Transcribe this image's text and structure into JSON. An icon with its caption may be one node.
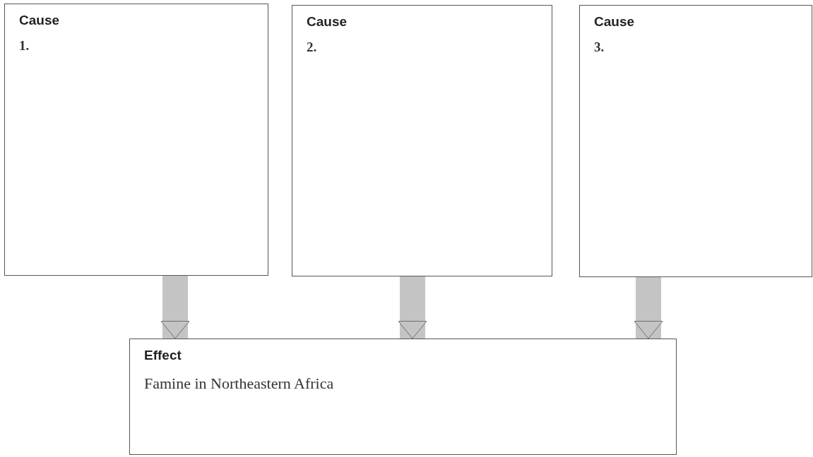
{
  "diagram": {
    "nodes": [
      {
        "text": [
          "Cause",
          "1."
        ]
      },
      {
        "text": [
          "Cause",
          "2."
        ]
      },
      {
        "text": [
          "Cause",
          "3."
        ]
      },
      {
        "text": [
          "Effect",
          "Famine in Northeastern Africa"
        ]
      }
    ],
    "edges": [
      {
        "from": 0,
        "to": 3,
        "arrow": "to"
      },
      {
        "from": 1,
        "to": 3,
        "arrow": "to"
      },
      {
        "from": 2,
        "to": 3,
        "arrow": "to"
      }
    ]
  }
}
